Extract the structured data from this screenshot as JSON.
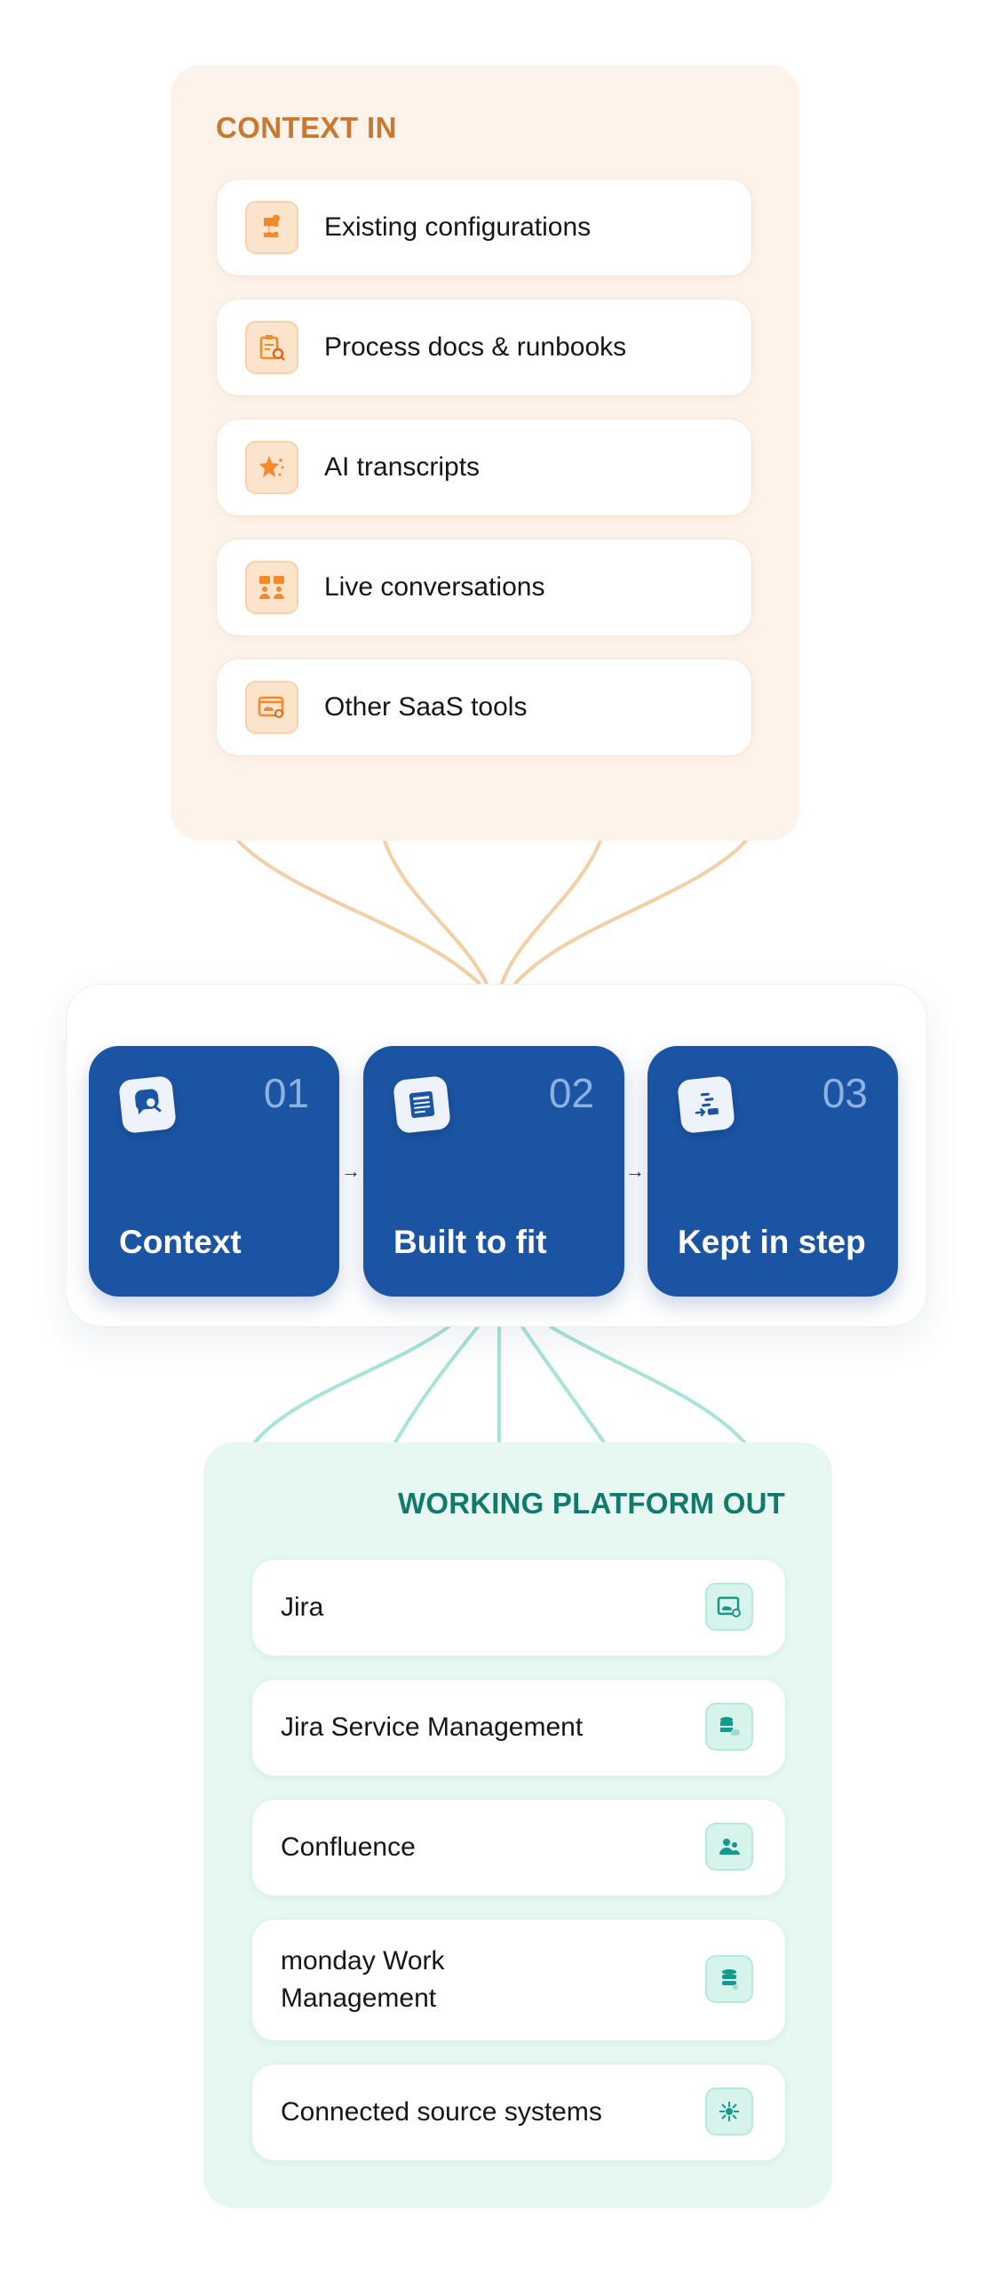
{
  "context_in": {
    "title": "CONTEXT IN",
    "items": [
      {
        "label": "Existing configurations",
        "icon": "puzzle-icon"
      },
      {
        "label": "Process docs & runbooks",
        "icon": "clipboard-search-icon"
      },
      {
        "label": "AI transcripts",
        "icon": "star-sparkle-icon"
      },
      {
        "label": "Live conversations",
        "icon": "chat-people-icon"
      },
      {
        "label": "Other SaaS tools",
        "icon": "browser-gear-icon"
      }
    ]
  },
  "process": {
    "steps": [
      {
        "number": "01",
        "label": "Context",
        "icon": "search-chat-icon"
      },
      {
        "number": "02",
        "label": "Built to fit",
        "icon": "document-icon"
      },
      {
        "number": "03",
        "label": "Kept in step",
        "icon": "list-arrow-icon"
      }
    ]
  },
  "platform_out": {
    "title": "WORKING PLATFORM OUT",
    "items": [
      {
        "label": "Jira",
        "icon": "browser-cloud-icon"
      },
      {
        "label": "Jira Service Management",
        "icon": "database-icon"
      },
      {
        "label": "Confluence",
        "icon": "users-icon"
      },
      {
        "label": "monday Work Management",
        "icon": "stack-icon"
      },
      {
        "label": "Connected source systems",
        "icon": "hub-icon"
      }
    ]
  },
  "colors": {
    "in_accent": "#c9782f",
    "in_panel": "#fdf3ea",
    "step_blue": "#1b54a3",
    "out_accent": "#127a6c",
    "out_panel": "#e7f8f3"
  }
}
